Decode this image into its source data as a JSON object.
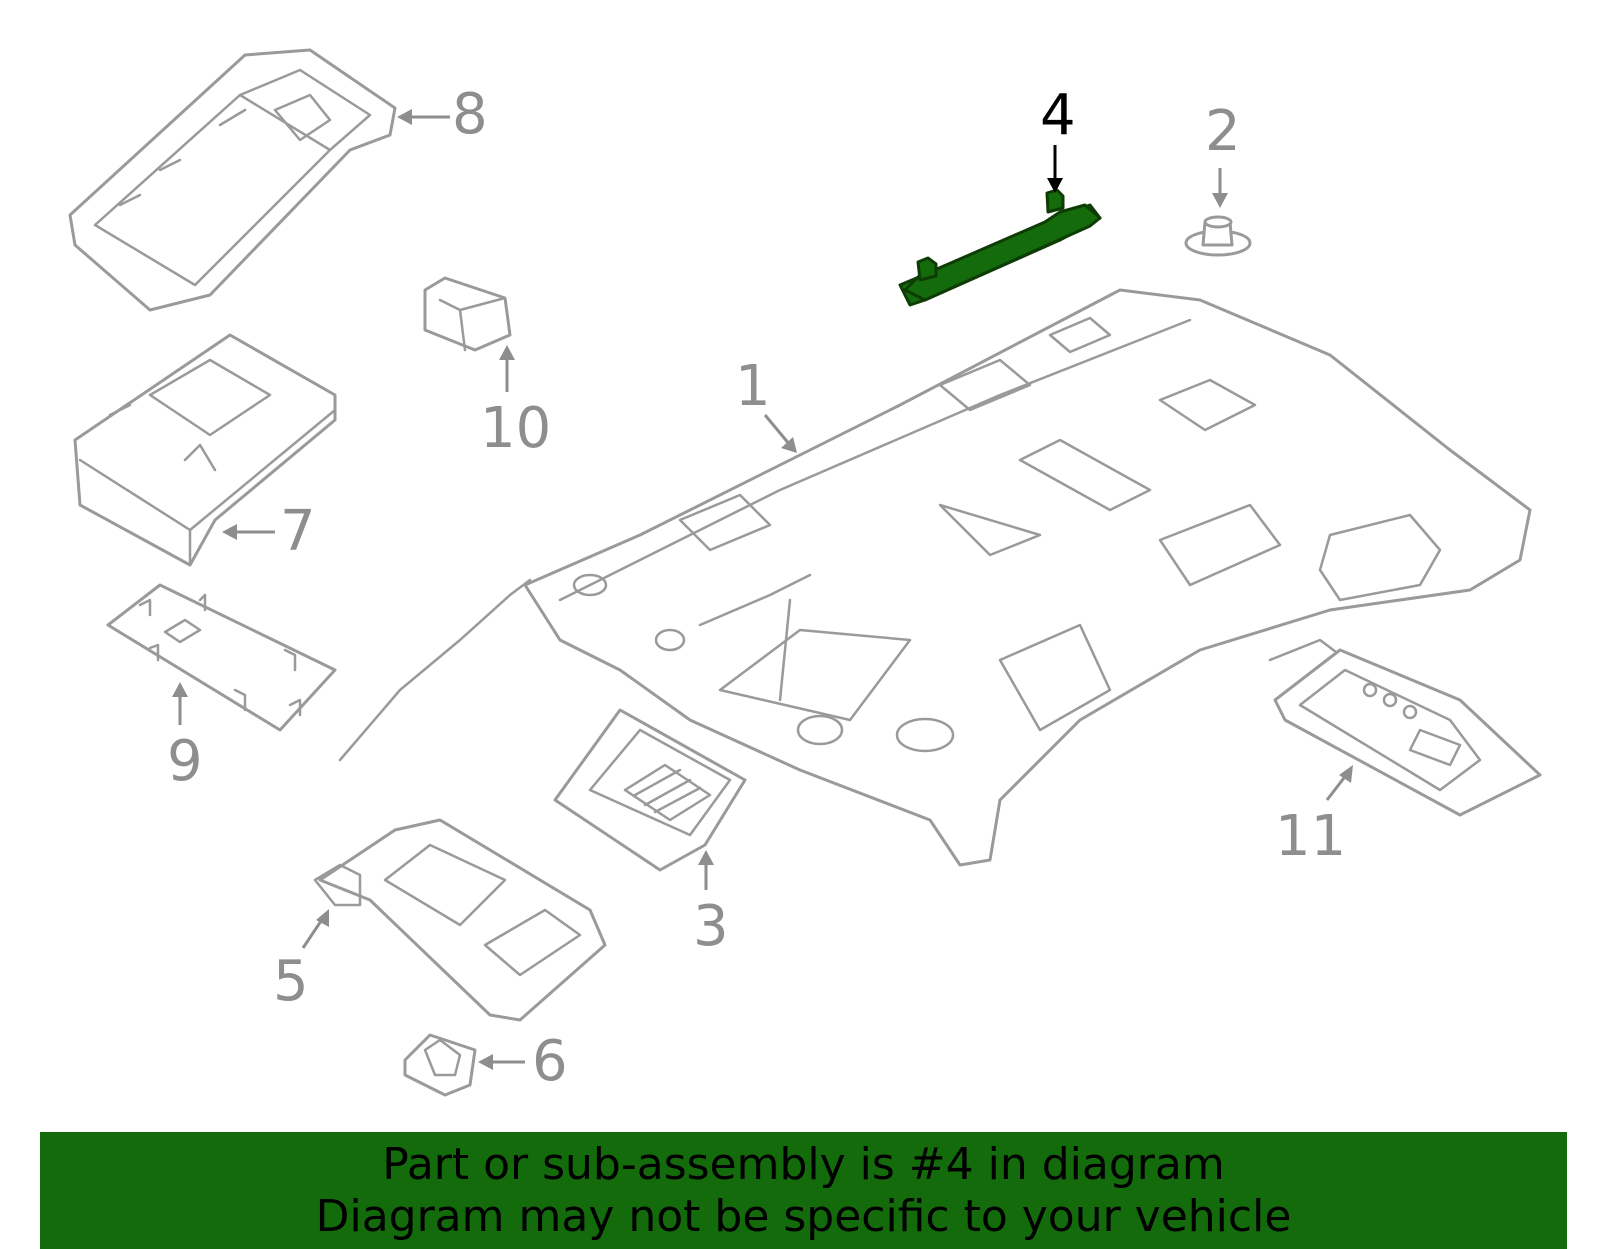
{
  "callouts": [
    {
      "id": "1",
      "label": "1"
    },
    {
      "id": "2",
      "label": "2"
    },
    {
      "id": "3",
      "label": "3"
    },
    {
      "id": "4",
      "label": "4"
    },
    {
      "id": "5",
      "label": "5"
    },
    {
      "id": "6",
      "label": "6"
    },
    {
      "id": "7",
      "label": "7"
    },
    {
      "id": "8",
      "label": "8"
    },
    {
      "id": "9",
      "label": "9"
    },
    {
      "id": "10",
      "label": "10"
    },
    {
      "id": "11",
      "label": "11"
    }
  ],
  "highlighted_part": "4",
  "colors": {
    "highlight": "#146b0b",
    "line_art": "#9a9a9a",
    "active_callout": "#000000"
  },
  "banner": {
    "line1": "Part or sub-assembly is #4 in diagram",
    "line2": "Diagram may not be specific to your vehicle"
  }
}
